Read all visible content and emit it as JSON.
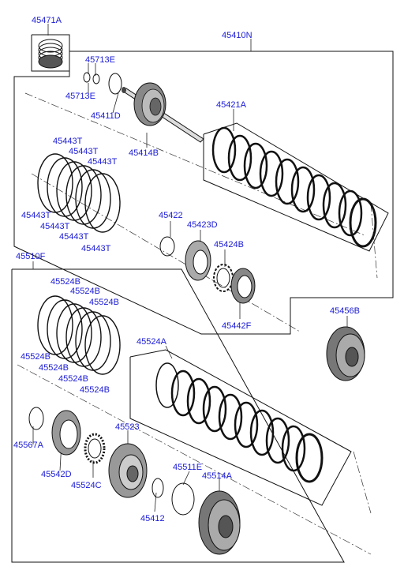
{
  "labels": {
    "p45471A": "45471A",
    "p45410N": "45410N",
    "p45713E_a": "45713E",
    "p45713E_b": "45713E",
    "p45411D": "45411D",
    "p45414B": "45414B",
    "p45421A": "45421A",
    "p45443T_1": "45443T",
    "p45443T_2": "45443T",
    "p45443T_3": "45443T",
    "p45443T_4": "45443T",
    "p45443T_5": "45443T",
    "p45443T_6": "45443T",
    "p45443T_7": "45443T",
    "p45422": "45422",
    "p45423D": "45423D",
    "p45424B": "45424B",
    "p45442F": "45442F",
    "p45510F": "45510F",
    "p45524B_1": "45524B",
    "p45524B_2": "45524B",
    "p45524B_3": "45524B",
    "p45524B_4": "45524B",
    "p45524B_5": "45524B",
    "p45524B_6": "45524B",
    "p45524B_7": "45524B",
    "p45456B": "45456B",
    "p45524A": "45524A",
    "p45523": "45523",
    "p45567A": "45567A",
    "p45542D": "45542D",
    "p45524C": "45524C",
    "p45511E": "45511E",
    "p45514A": "45514A",
    "p45412": "45412"
  },
  "colors": {
    "label": "#1a1ad6",
    "line": "#111111"
  }
}
